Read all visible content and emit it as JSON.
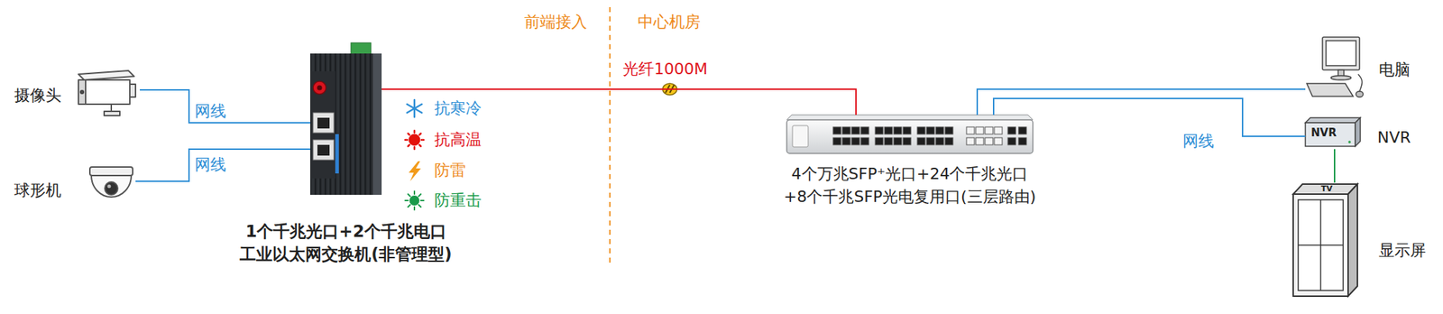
{
  "diagram": {
    "nodes": [
      {
        "text": [
          "摄像头"
        ]
      },
      {
        "text": [
          "球形机"
        ]
      },
      {
        "text": [
          "1个千兆光口+2个千兆电口",
          "工业以太网交换机(非管理型)"
        ]
      },
      {
        "text": [
          "4个万兆SFP⁺光口+24个千兆光口",
          "+8个千兆SFP光电复用口(三层路由)"
        ]
      },
      {
        "text": [
          "电脑"
        ]
      },
      {
        "text": [
          "NVR",
          "NVR"
        ]
      },
      {
        "text": [
          "TV",
          "显示屏"
        ]
      }
    ],
    "edges": [
      {
        "from": 0,
        "to": 2,
        "label": "网线",
        "arrow": "none"
      },
      {
        "from": 1,
        "to": 2,
        "label": "网线",
        "arrow": "none"
      },
      {
        "from": 2,
        "to": 3,
        "label": "光纤1000M",
        "arrow": "none"
      },
      {
        "from": 3,
        "to": 4,
        "arrow": "none"
      },
      {
        "from": 3,
        "to": 5,
        "label": "网线",
        "arrow": "none"
      },
      {
        "from": 5,
        "to": 6,
        "arrow": "none"
      }
    ],
    "labels": [
      "前端接入",
      "中心机房",
      "抗寒冷",
      "抗高温",
      "防雷",
      "防重击"
    ]
  }
}
